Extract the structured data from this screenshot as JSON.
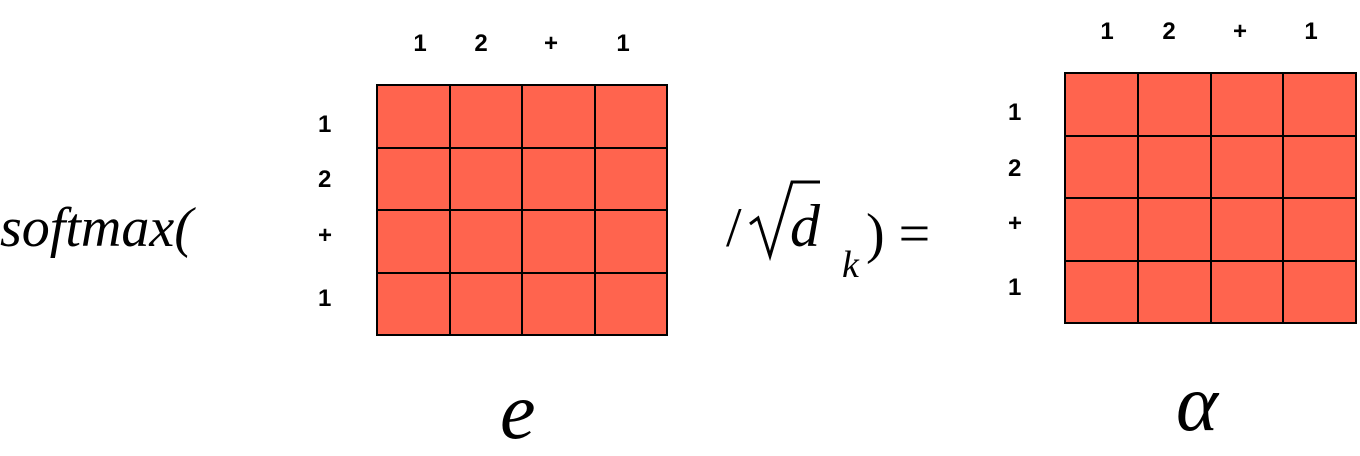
{
  "equation": {
    "softmax_text": "softmax(",
    "divide_text": "/",
    "d_text": "d",
    "k_text": "k",
    "close_eq_text": ") ="
  },
  "matrix_e": {
    "name": "e",
    "col_labels": [
      "1",
      "2",
      "+",
      "1"
    ],
    "row_labels": [
      "1",
      "2",
      "+",
      "1"
    ],
    "rows": 4,
    "cols": 4,
    "fill_color": "#ff644e"
  },
  "matrix_alpha": {
    "name": "α",
    "col_labels": [
      "1",
      "2",
      "+",
      "1"
    ],
    "row_labels": [
      "1",
      "2",
      "+",
      "1"
    ],
    "rows": 4,
    "cols": 4,
    "fill_color": "#ff644e"
  }
}
